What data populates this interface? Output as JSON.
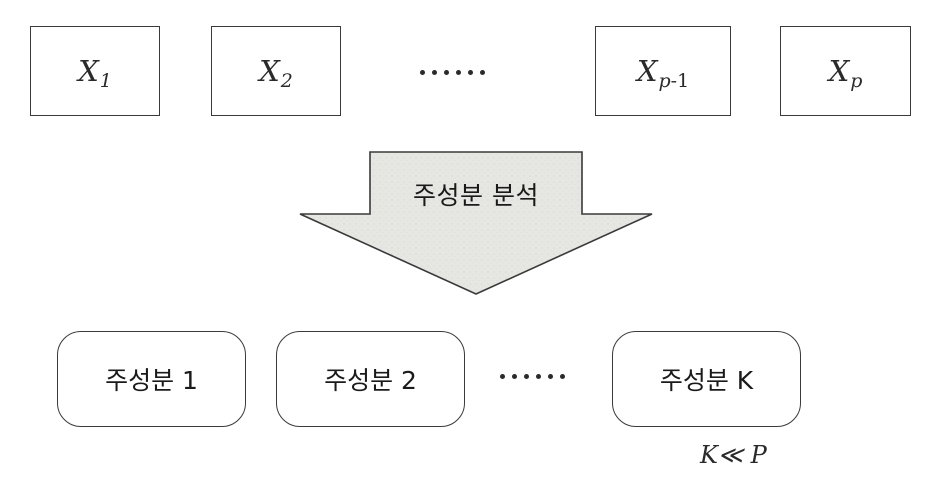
{
  "variables": [
    {
      "base": "X",
      "sub": "1"
    },
    {
      "base": "X",
      "sub": "2"
    },
    {
      "base": "X",
      "sub_italic": "p",
      "sub_upright": "-1"
    },
    {
      "base": "X",
      "sub": "p"
    }
  ],
  "arrow": {
    "label": "주성분 분석",
    "fill_color": "#e6e6e3",
    "stroke_color": "#3a3a3a"
  },
  "components": [
    "주성분 1",
    "주성분 2",
    "주성분 K"
  ],
  "condition": "K≪ P"
}
